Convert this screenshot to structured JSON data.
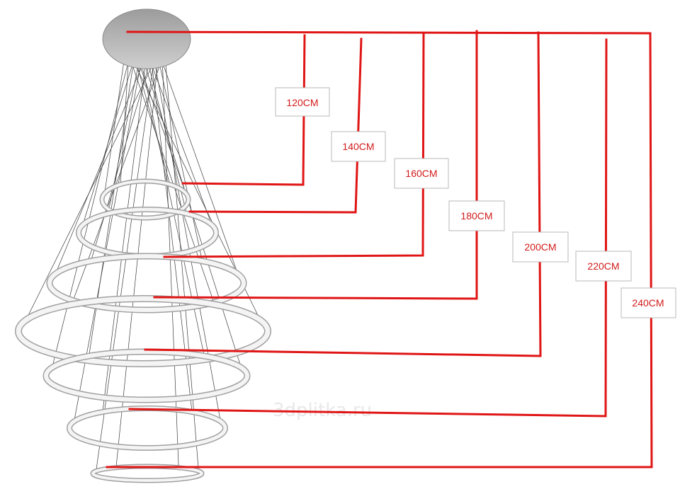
{
  "labels": {
    "ring1": "120CM",
    "ring2": "140CM",
    "ring3": "160CM",
    "ring4": "180CM",
    "ring5": "200CM",
    "ring6": "220CM",
    "ring7": "240CM"
  },
  "watermark": "3dplitka.ru",
  "colors": {
    "dimension_line": "#e01515",
    "label_text": "#d21a1a",
    "ring_fill": "#f2f2f2",
    "ring_edge": "#9a9a9a",
    "canopy": "#bdbdbd"
  }
}
